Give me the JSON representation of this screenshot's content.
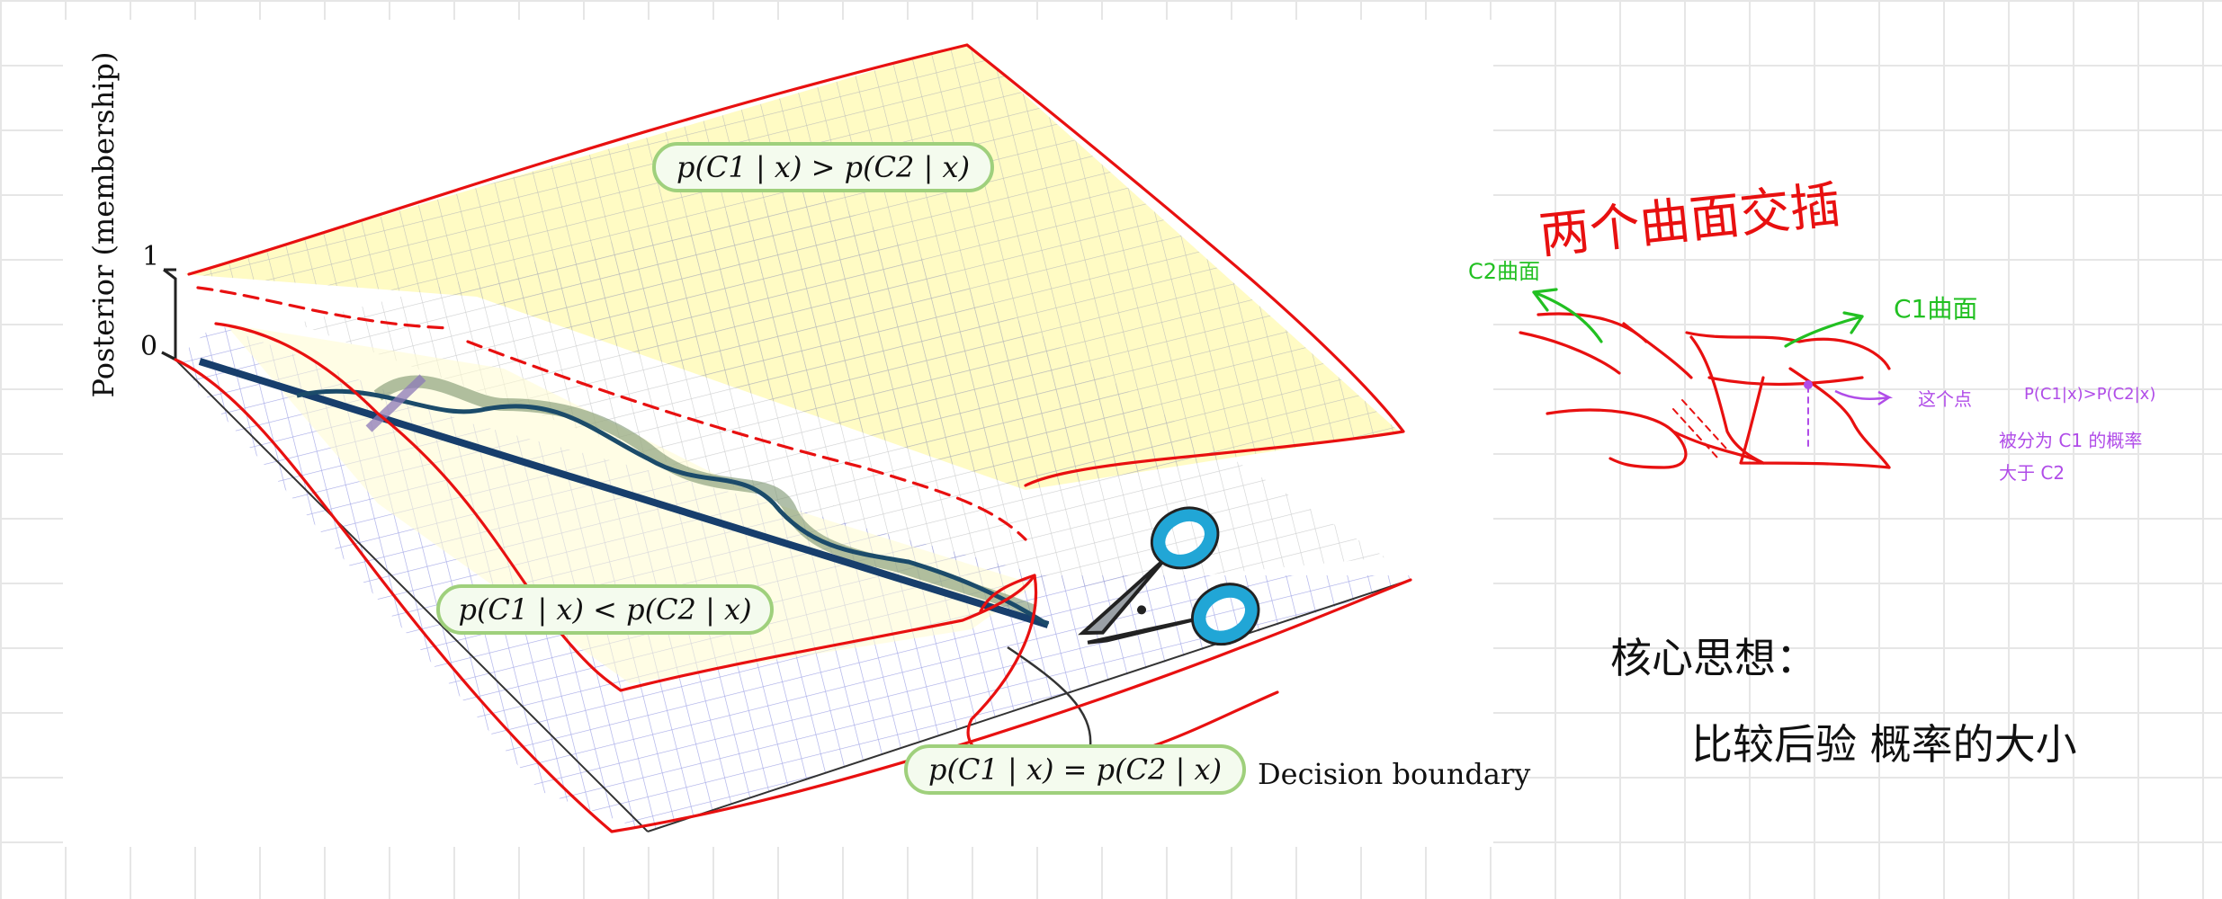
{
  "figure": {
    "y_axis_label": "Posterior (membership)",
    "y_tick_top": "1",
    "y_tick_bottom": "0",
    "label_greater": "p(C1 | x) > p(C2 | x)",
    "label_less": "p(C1 | x) < p(C2 | x)",
    "label_equal": "p(C1 | x) = p(C2 | x)",
    "decision_boundary": "Decision boundary"
  },
  "notes": {
    "title": "两个曲面交插",
    "c2_surface": "C2曲面",
    "c1_surface": "C1曲面",
    "point_label": "这个点",
    "inequality": "P(C1|x)>P(C2|x)",
    "meaning_line1": "被分为 C1 的概率",
    "meaning_line2": "大于 C2",
    "core_idea": "核心思想：",
    "compare": "比较后验 概率的大小"
  },
  "colors": {
    "annotation_red": "#e81010",
    "annotation_green": "#22c022",
    "annotation_purple": "#b04ce8",
    "surface_yellow": "#fffbc4",
    "mesh_blue": "#8a8fe0",
    "boundary_navy": "#173e6c",
    "pill_border": "#9fd07c",
    "scissors_blue": "#21a6d6"
  }
}
